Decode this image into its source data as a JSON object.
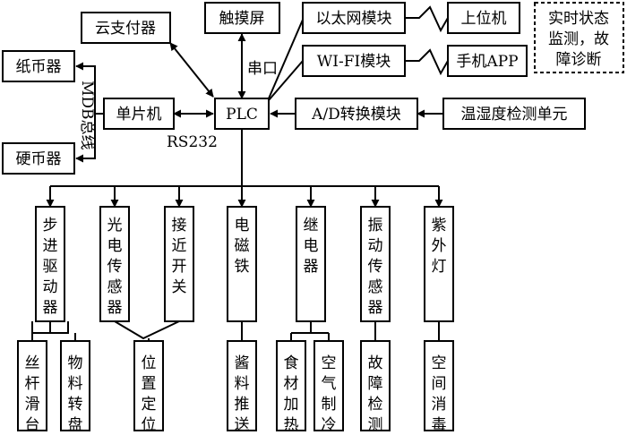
{
  "nodes": {
    "cloud_payment": "云支付器",
    "touchscreen": "触摸屏",
    "ethernet": "以太网模块",
    "host": "上位机",
    "monitor": "实时状态\n监测，故\n障诊断",
    "wifi": "WI-FI模块",
    "phone": "手机APP",
    "paper_coin": "纸币器",
    "hard_coin": "硬币器",
    "mcu": "单片机",
    "plc": "PLC",
    "adc": "A/D转换模块",
    "sensor_unit": "温湿度检测单元",
    "stepper": "步进驱动器",
    "photo_sensor": "光电传感器",
    "proximity": "接近开关",
    "electromagnet": "电磁铁",
    "relay": "继电器",
    "vibration": "振动传感器",
    "uv_lamp": "紫外灯",
    "screw_slide": "丝杆滑台",
    "material_disk": "物料转盘",
    "position": "位置定位",
    "sauce_push": "酱料推送",
    "food_heat": "食材加热",
    "air_cool": "空气制冷",
    "fault_detect": "故障检测",
    "space_sterilize": "空间消毒"
  },
  "labels": {
    "serial": "串口",
    "rs232": "RS232",
    "mdb_bus": "MDB总线"
  }
}
